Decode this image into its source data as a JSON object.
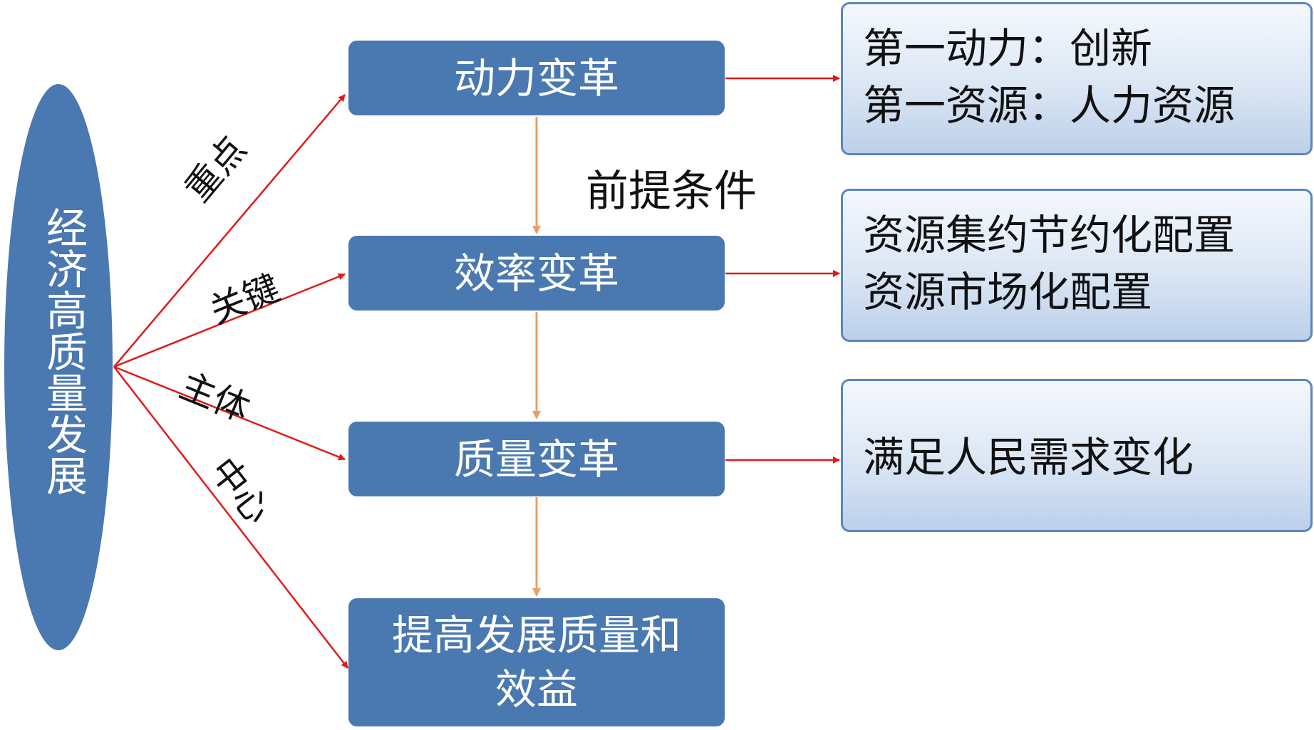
{
  "center": {
    "label": "经济高质量发展"
  },
  "edges": {
    "e1": "重点",
    "e2": "关键",
    "e3": "主体",
    "e4": "中心"
  },
  "condition": "前提条件",
  "boxes": {
    "b1": "动力变革",
    "b2": "效率变革",
    "b3": "质量变革",
    "b4": "提高发展质量和效益"
  },
  "results": {
    "r1": [
      "第一动力：创新",
      "第一资源：人力资源"
    ],
    "r2": [
      "资源集约节约化配置",
      "资源市场化配置"
    ],
    "r3": [
      "满足人民需求变化"
    ]
  },
  "colors": {
    "box": "#4a78b0",
    "red_arrow": "#e01a1a",
    "orange_arrow": "#e8a068",
    "result_border": "#5b86c0"
  }
}
